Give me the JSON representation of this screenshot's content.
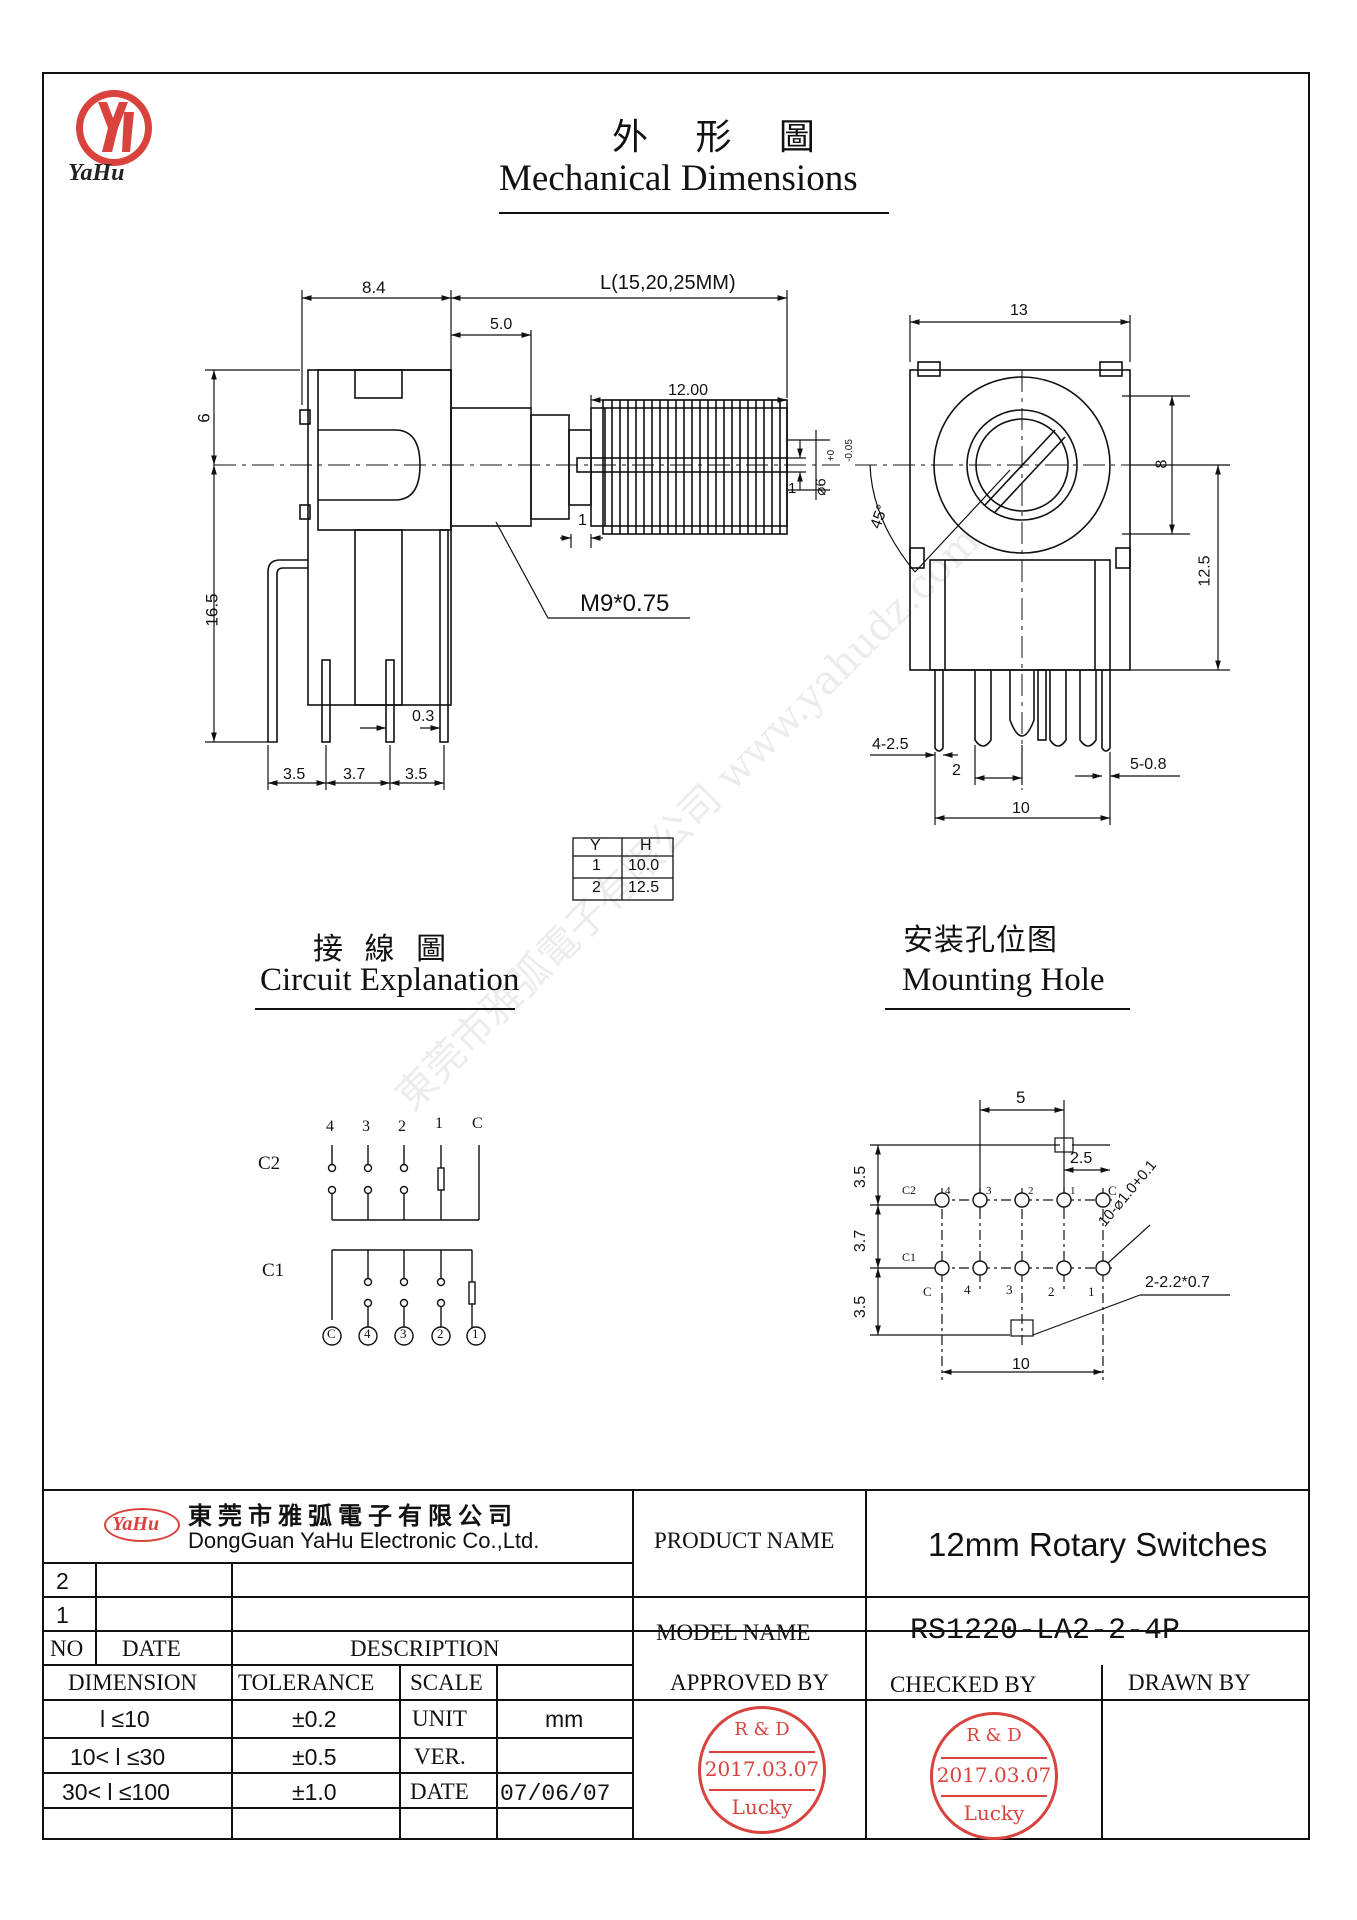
{
  "logo": {
    "text": "YaHu",
    "color": "#d9423d"
  },
  "header": {
    "title_cn": "外 形 圖",
    "title_en": "Mechanical Dimensions"
  },
  "side_view": {
    "dims": {
      "width_84": "8.4",
      "length": "L(15,20,25MM)",
      "d_50": "5.0",
      "d_1200": "12.00",
      "d_6": "6",
      "d_165": "16.5",
      "d_1": "1",
      "thread": "M9*0.75",
      "d_03": "0.3",
      "pitch_a": "3.5",
      "pitch_b": "3.7",
      "pitch_c": "3.5",
      "shaft_dia": "⌀6",
      "shaft_tol_plus": "+0",
      "shaft_tol_minus": "-0.05",
      "d_1b": "1"
    }
  },
  "front_view": {
    "dims": {
      "width_13": "13",
      "d_8": "8",
      "d_125": "12.5",
      "angle": "45°",
      "pins_left": "4-2.5",
      "pins_2": "2",
      "pins_right": "5-0.8",
      "d_10": "10"
    }
  },
  "yh_table": {
    "headers": [
      "Y",
      "H"
    ],
    "rows": [
      [
        "1",
        "10.0"
      ],
      [
        "2",
        "12.5"
      ]
    ]
  },
  "circuit": {
    "title_cn": "接 線 圖",
    "title_en": "Circuit Explanation",
    "c2_label": "C2",
    "c1_label": "C1",
    "top_numbers": [
      "4",
      "3",
      "2",
      "1",
      "C"
    ],
    "bottom_numbers": [
      "C",
      "4",
      "3",
      "2",
      "1"
    ]
  },
  "mounting": {
    "title_cn": "安装孔位图",
    "title_en": "Mounting Hole",
    "dims": {
      "top_5": "5",
      "d_25": "2.5",
      "d_35a": "3.5",
      "d_37": "3.7",
      "d_35b": "3.5",
      "holes": "10-⌀1.0+0.1",
      "slots": "2-2.2*0.7",
      "bottom_10": "10"
    },
    "c2_label": "C2",
    "c1_label": "C1",
    "top_numbers": [
      "4",
      "3",
      "2",
      "1",
      "C"
    ],
    "bottom_numbers": [
      "C",
      "4",
      "3",
      "2",
      "1"
    ]
  },
  "watermark": "東莞市雅弧電子有限公司 www.yahudz.com",
  "title_block": {
    "company_cn": "東莞市雅弧電子有限公司",
    "company_en": "DongGuan YaHu Electronic Co.,Ltd.",
    "revision_rows": [
      "2",
      "1"
    ],
    "col_no": "NO",
    "col_date": "DATE",
    "col_description": "DESCRIPTION",
    "product_name_label": "PRODUCT NAME",
    "product_name_value": "12mm Rotary Switches",
    "model_name_label": "MODEL  NAME",
    "model_name_value": "RS1220-LA2-2-4P",
    "dimension_label": "DIMENSION",
    "tolerance_label": "TOLERANCE",
    "scale_label": "SCALE",
    "approved_label": "APPROVED BY",
    "checked_label": "CHECKED BY",
    "drawn_label": "DRAWN BY",
    "tolerances": [
      {
        "dim": "l ≤10",
        "tol": "±0.2"
      },
      {
        "dim": "10< l ≤30",
        "tol": "±0.5"
      },
      {
        "dim": "30< l ≤100",
        "tol": "±1.0"
      }
    ],
    "unit_label": "UNIT",
    "unit_value": "mm",
    "ver_label": "VER.",
    "date_label": "DATE",
    "date_value": "07/06/07",
    "stamps": [
      {
        "top": "R & D",
        "date": "2017.03.07",
        "name": "Lucky"
      },
      {
        "top": "R & D",
        "date": "2017.03.07",
        "name": "Lucky"
      }
    ],
    "stamp_color": "#d9423d"
  }
}
